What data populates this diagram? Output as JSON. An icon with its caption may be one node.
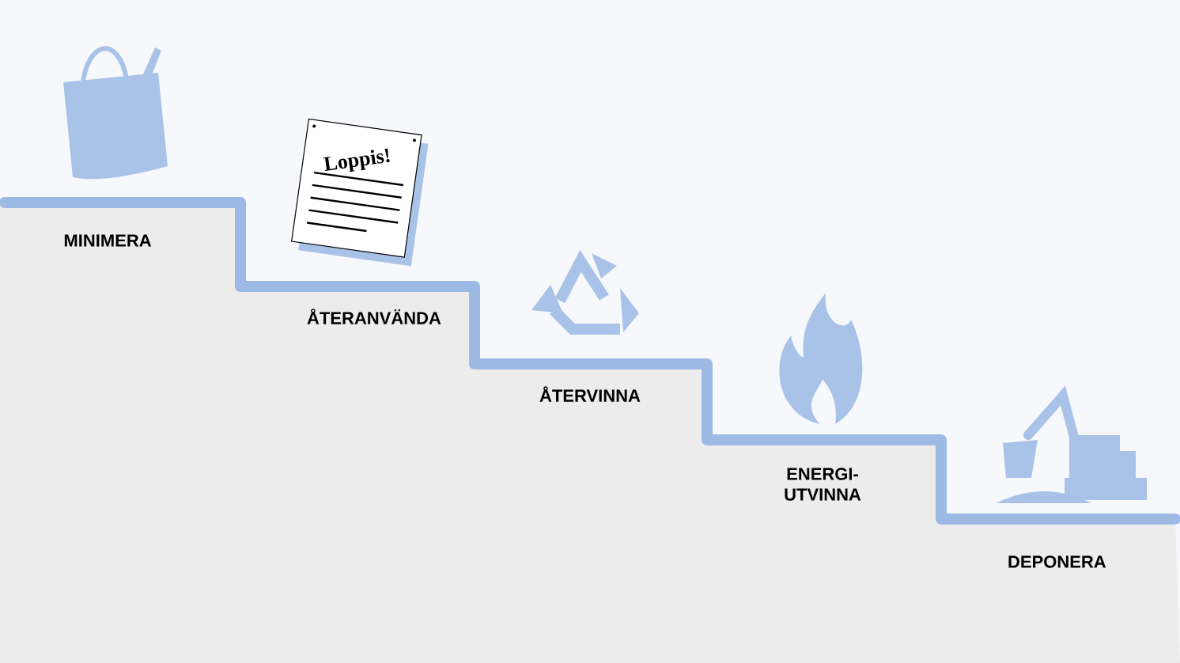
{
  "diagram": {
    "labels": [
      "Loppis!",
      "MINIMERA",
      "ÅTERANVÄNDA",
      "ÅTERVINNA",
      "ENERGI- UTVINNA",
      "DEPONERA"
    ]
  }
}
